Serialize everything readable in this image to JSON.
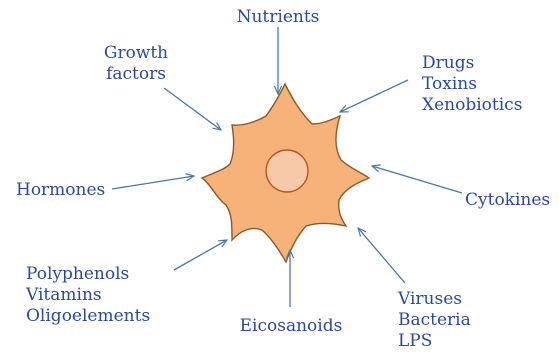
{
  "colors": {
    "text": "#2a4a9a",
    "arrow": "#4a78a8",
    "cell_fill": "#f7b27a",
    "cell_stroke": "#8a5a2a",
    "nucleus_fill": "#f8c9a8",
    "nucleus_stroke": "#c0541a"
  },
  "labels": {
    "nutrients": [
      "Nutrients"
    ],
    "growth_factors": [
      "Growth",
      "factors"
    ],
    "drugs": [
      "Drugs",
      "Toxins",
      "Xenobiotics"
    ],
    "hormones": [
      "Hormones"
    ],
    "cytokines": [
      "Cytokines"
    ],
    "polyphenols": [
      "Polyphenols",
      "Vitamins",
      "Oligoelements"
    ],
    "eicosanoids": [
      "Eicosanoids"
    ],
    "viruses": [
      "Viruses",
      "Bacteria",
      "LPS"
    ]
  }
}
